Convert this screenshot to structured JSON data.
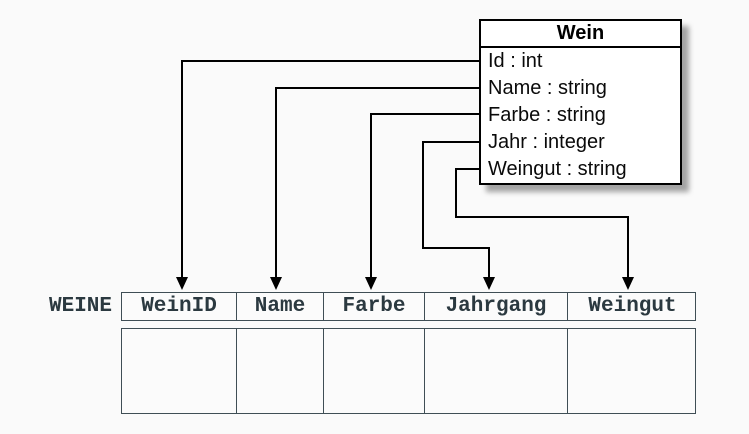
{
  "diagram_type": "uml-class-to-relational-table-mapping",
  "colors": {
    "background": "#fafafa",
    "class_border": "#000000",
    "class_background": "#ffffff",
    "arrow": "#000000",
    "table_border": "#3f4e55",
    "table_text": "#2b3940"
  },
  "class_box": {
    "title": "Wein",
    "attributes": [
      "Id : int",
      "Name : string",
      "Farbe : string",
      "Jahr : integer",
      "Weingut : string"
    ]
  },
  "table": {
    "label": "WEINE",
    "columns": [
      "WeinID",
      "Name",
      "Farbe",
      "Jahrgang",
      "Weingut"
    ],
    "empty_body_rows": 1
  },
  "mappings": [
    {
      "from": "Id",
      "to": "WeinID"
    },
    {
      "from": "Name",
      "to": "Name"
    },
    {
      "from": "Farbe",
      "to": "Farbe"
    },
    {
      "from": "Jahr",
      "to": "Jahrgang"
    },
    {
      "from": "Weingut",
      "to": "Weingut"
    }
  ]
}
